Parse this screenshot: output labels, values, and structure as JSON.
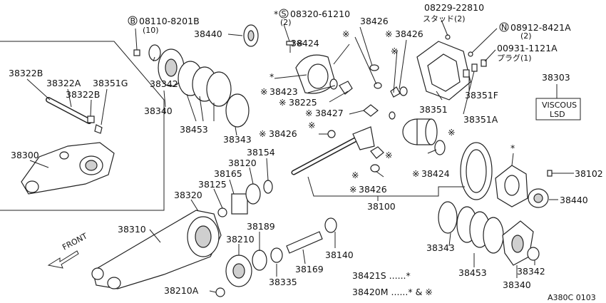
{
  "labels": {
    "p08110": "08110-8201B",
    "p08110q": "(10)",
    "p08320": "08320-61210",
    "p08320q": "(2)",
    "p08229": "08229-22810",
    "p08229jp": "スタッド(2)",
    "p08912": "08912-8421A",
    "p08912q": "(2)",
    "p00931": "00931-1121A",
    "p00931jp": "プラグ(1)",
    "p38440a": "38440",
    "p38424a": "38424",
    "p38426a": "38426",
    "p38426b": "38426",
    "p38342a": "38342",
    "p38340a": "38340",
    "p38453a": "38453",
    "p38343a": "38343",
    "p38423": "38423",
    "p38225": "38225",
    "p38427": "38427",
    "p38426c": "38426",
    "p38351": "38351",
    "p38351f": "38351F",
    "p38351a": "38351A",
    "p38303": "38303",
    "viscous1": "VISCOUS",
    "viscous2": "LSD",
    "p38322b1": "38322B",
    "p38322a": "38322A",
    "p38351g": "38351G",
    "p38322b2": "38322B",
    "p38300": "38300",
    "p38154": "38154",
    "p38120": "38120",
    "p38165": "38165",
    "p38125": "38125",
    "p38320": "38320",
    "p38310": "38310",
    "p38189": "38189",
    "p38210": "38210",
    "p38210a": "38210A",
    "p38335": "38335",
    "p38169": "38169",
    "p38140": "38140",
    "p38100": "38100",
    "p38424b": "38424",
    "p38426d": "38426",
    "p38102": "38102",
    "p38440b": "38440",
    "p38343b": "38343",
    "p38453b": "38453",
    "p38342b": "38342",
    "p38340b": "38340",
    "legend1": "38421S ......*",
    "legend2": "38420M ......* & ※",
    "front": "FRONT",
    "code": "A380C 0103",
    "star": "*",
    "cross": "※",
    "circB": "B",
    "circS": "S",
    "circN": "N"
  }
}
